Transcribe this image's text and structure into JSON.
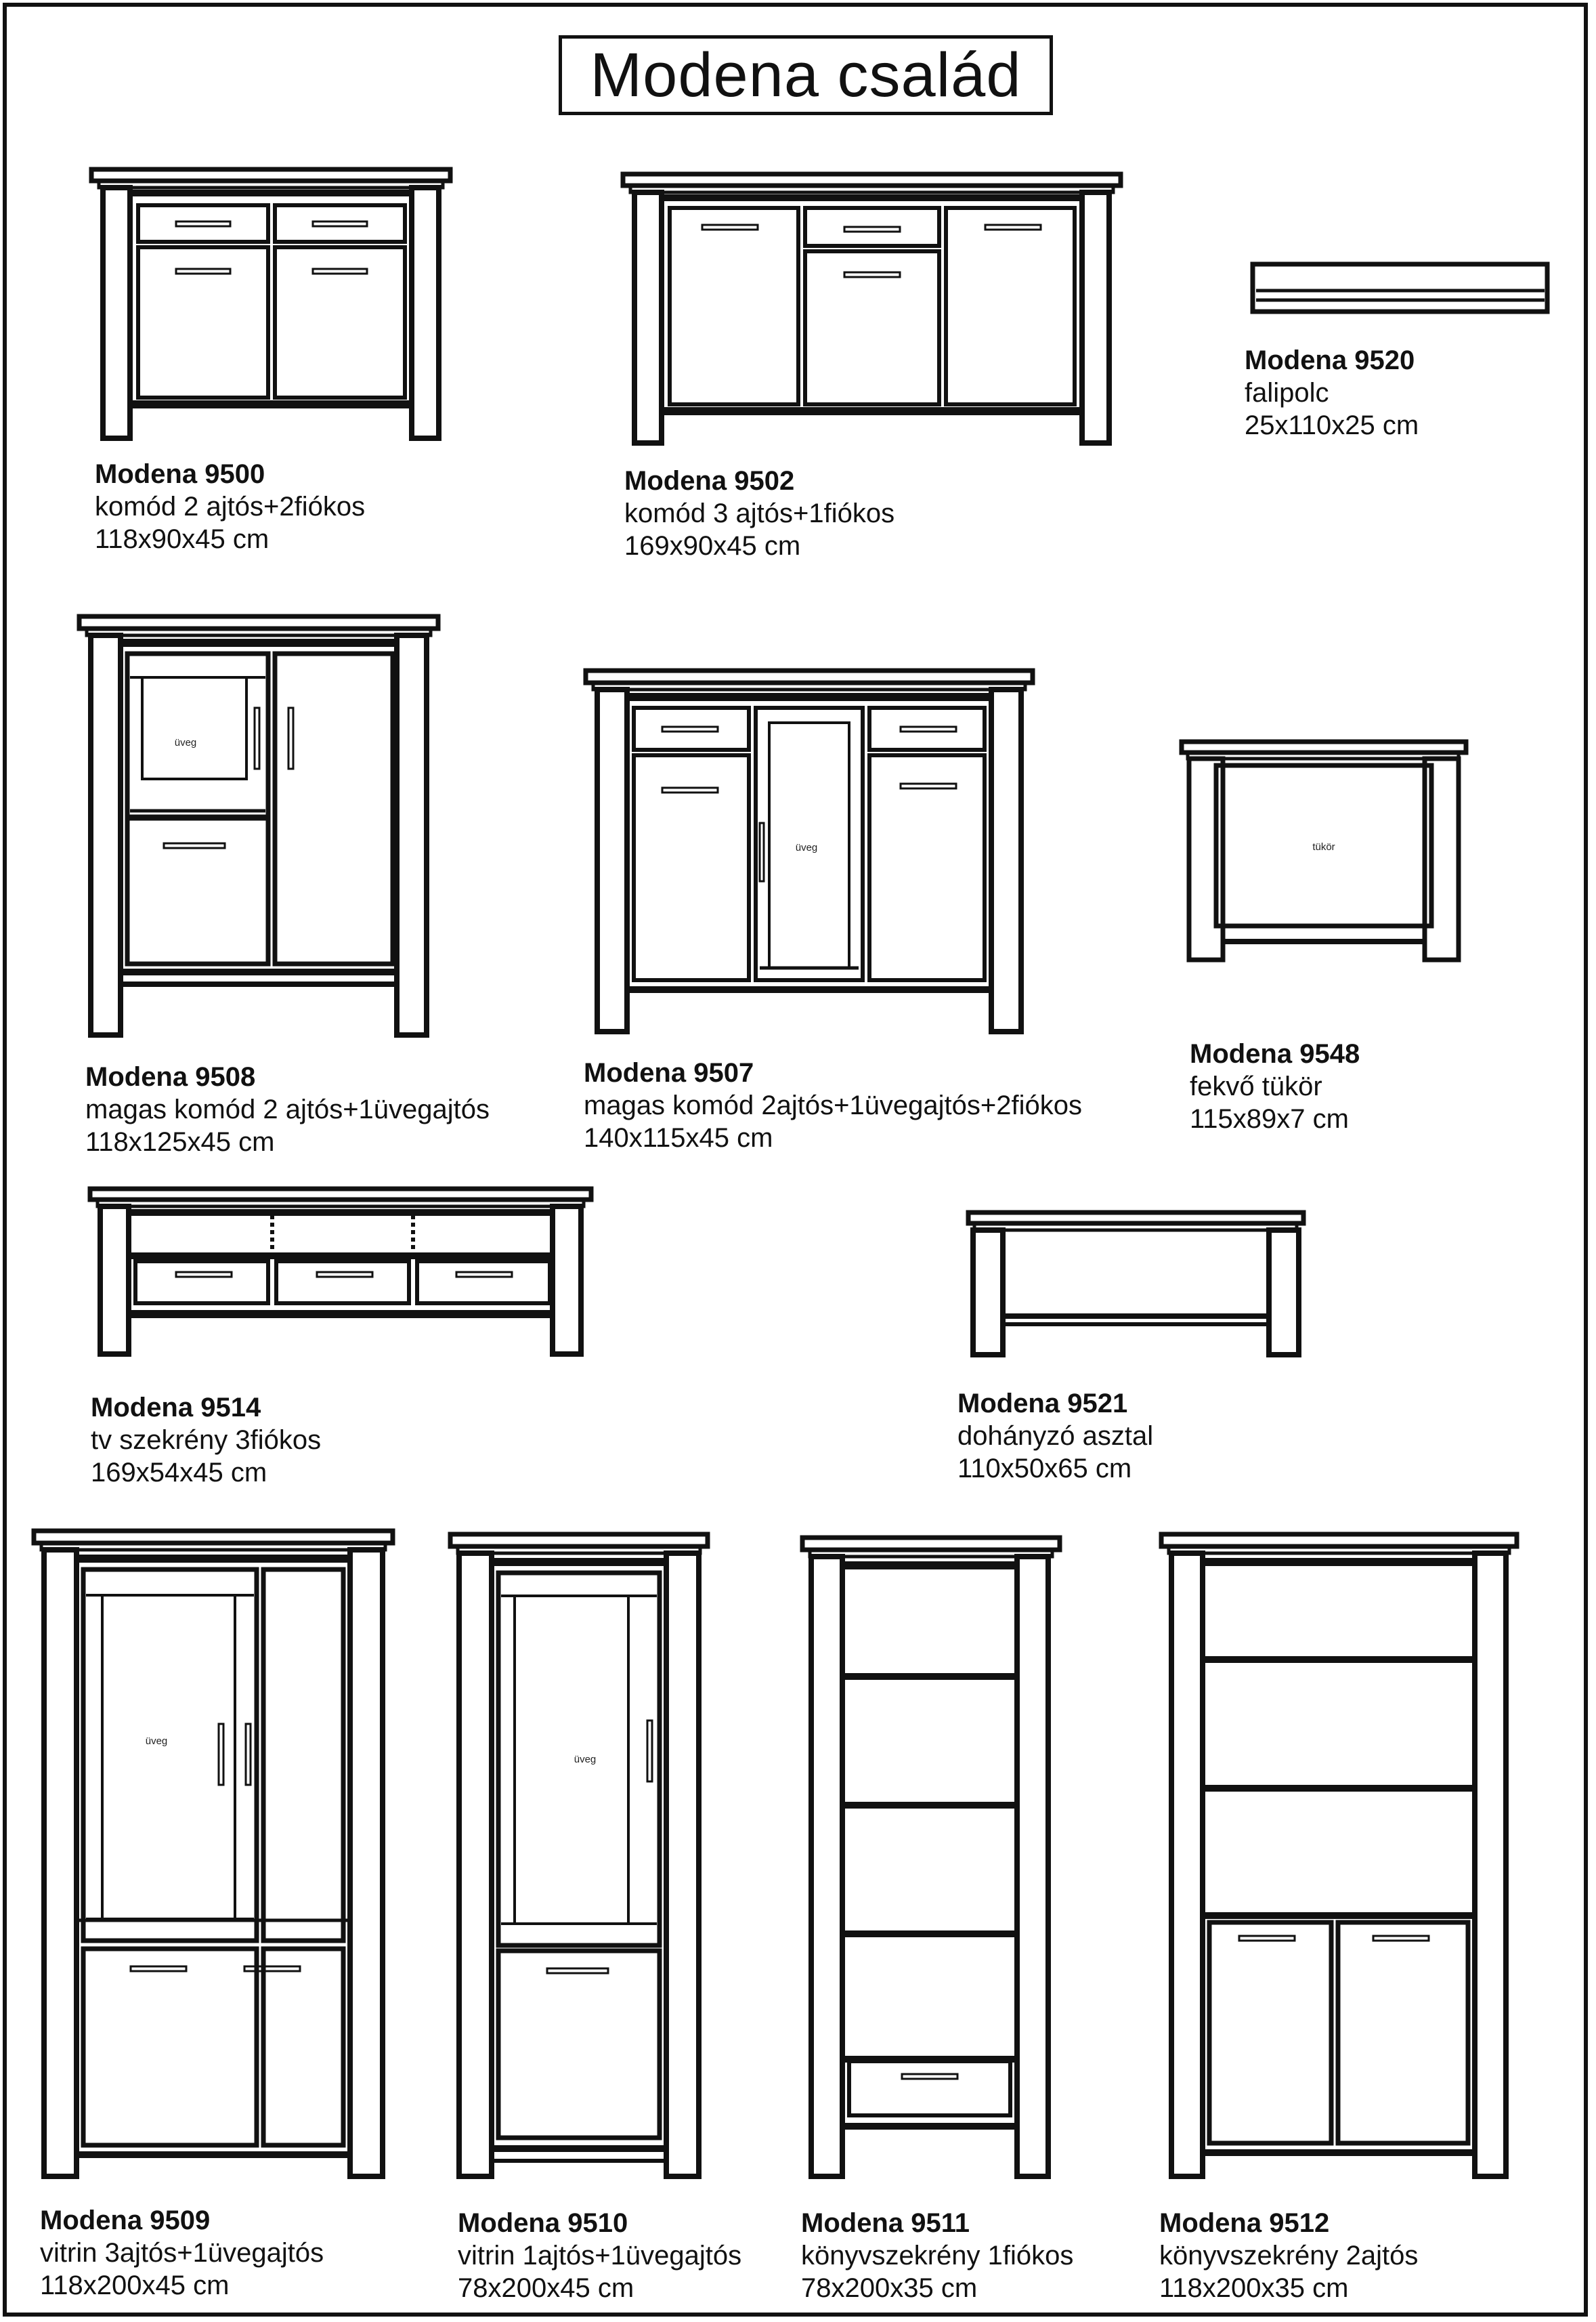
{
  "title": "Modena család",
  "annotations": {
    "glass": "üveg",
    "mirror": "tükör"
  },
  "products": [
    {
      "id": "9500",
      "name": "Modena 9500",
      "desc": "komód 2 ajtós+2fiókos",
      "size": "118x90x45 cm"
    },
    {
      "id": "9502",
      "name": "Modena 9502",
      "desc": "komód 3 ajtós+1fiókos",
      "size": "169x90x45 cm"
    },
    {
      "id": "9520",
      "name": "Modena 9520",
      "desc": "falipolc",
      "size": "25x110x25 cm"
    },
    {
      "id": "9508",
      "name": "Modena 9508",
      "desc": "magas komód 2 ajtós+1üvegajtós",
      "size": "118x125x45 cm"
    },
    {
      "id": "9507",
      "name": "Modena 9507",
      "desc": "magas komód 2ajtós+1üvegajtós+2fiókos",
      "size": "140x115x45 cm"
    },
    {
      "id": "9548",
      "name": "Modena 9548",
      "desc": "fekvő tükör",
      "size": "115x89x7 cm"
    },
    {
      "id": "9514",
      "name": "Modena 9514",
      "desc": "tv szekrény 3fiókos",
      "size": "169x54x45 cm"
    },
    {
      "id": "9521",
      "name": "Modena 9521",
      "desc": "dohányzó asztal",
      "size": "110x50x65 cm"
    },
    {
      "id": "9509",
      "name": "Modena 9509",
      "desc": "vitrin  3ajtós+1üvegajtós",
      "size": "118x200x45 cm"
    },
    {
      "id": "9510",
      "name": "Modena 9510",
      "desc": "vitrin 1ajtós+1üvegajtós",
      "size": "78x200x45 cm"
    },
    {
      "id": "9511",
      "name": "Modena 9511",
      "desc": "könyvszekrény 1fiókos",
      "size": "78x200x35 cm"
    },
    {
      "id": "9512",
      "name": "Modena 9512",
      "desc": "könyvszekrény 2ajtós",
      "size": "118x200x35 cm"
    }
  ]
}
